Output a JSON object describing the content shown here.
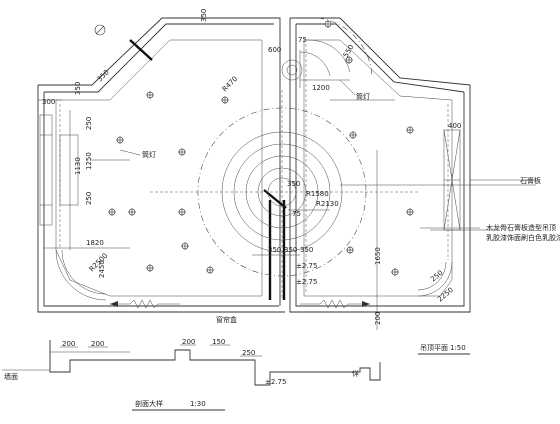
{
  "drawing": {
    "dimensions": {
      "d350_top": "350",
      "d600_top": "600",
      "d75_top": "75",
      "d550_top": "550",
      "d1200_top": "1200",
      "r470": "R470",
      "d350_diag": "350",
      "d300_left": "300",
      "d350_left": "350",
      "d250_a": "250",
      "d1130": "1130",
      "d1250": "1250",
      "d250_b": "250",
      "d1820": "1820",
      "r2500": "R2500",
      "d2450": "2450",
      "d350_c": "350",
      "r1580": "R1580",
      "r2130": "R2130",
      "d75_c": "75",
      "d350_bottom": "350",
      "d350_mid": "350",
      "d350_right": "350",
      "d1650": "1650",
      "d200_right": "200",
      "d400": "400",
      "d250_right": "250",
      "d2250": "2250",
      "elev_c1": "±2.75",
      "elev_c2": "±2.75",
      "elev_bottom": "±2.75",
      "d200_s1": "200",
      "d200_s2": "200",
      "d200_s3": "200",
      "d150_s": "150",
      "d250_s": "250"
    },
    "labels": {
      "lamp_a": "筒灯",
      "lamp_b": "筒灯",
      "callout_right": "石膏板",
      "note_line1": "木龙骨石膏板造型吊顶",
      "note_line2": "乳胶漆饰面刷白色乳胶漆",
      "plan_title": "吊顶平面",
      "plan_scale": "1:50",
      "section_title": "剖面大样",
      "section_scale": "1:30",
      "left_mark": "墙面",
      "bottom_mark": "窗帘盒",
      "small_note": "详"
    }
  }
}
